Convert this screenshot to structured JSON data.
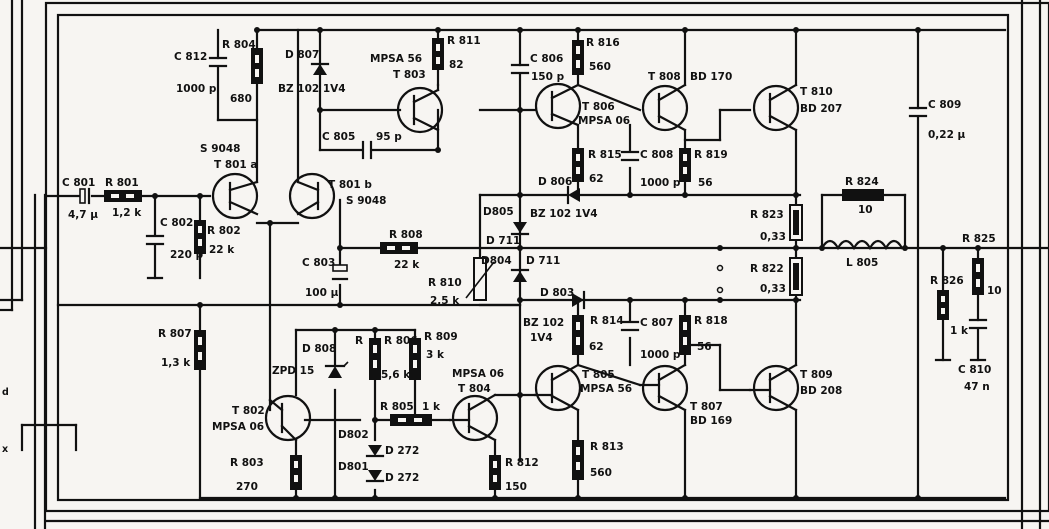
{
  "labels": {
    "C812": "C 812",
    "C812v": "1000 p",
    "R804": "R 804",
    "R804v": "680",
    "D807": "D 807",
    "D807v": "BZ 102  1V4",
    "T803t": "MPSA 56",
    "T803": "T 803",
    "R811": "R 811",
    "R811v": "82",
    "C805": "C 805",
    "C805v": "95 p",
    "C806": "C 806",
    "C806v": "150 p",
    "R816": "R 816",
    "R816v": "560",
    "T806": "T 806",
    "T806t": "MPSA 06",
    "T808": "T 808",
    "T808t": "BD 170",
    "T810": "T 810",
    "T810t": "BD 207",
    "C809": "C 809",
    "C809v": "0,22 µ",
    "R815": "R 815",
    "R815v": "62",
    "C808": "C 808",
    "C808v": "1000 p",
    "R819": "R 819",
    "R819v": "56",
    "T801t": "S 9048",
    "T801a": "T 801 a",
    "T801b": "T 801 b",
    "T801bt": "S 9048",
    "D806": "D 806",
    "D806v": "BZ 102  1V4",
    "D805": "D805",
    "R824": "R 824",
    "R824v": "10",
    "C801": "C 801",
    "C801v": "4,7 µ",
    "R801": "R 801",
    "R801v": "1,2 k",
    "C802": "C 802",
    "C802v": "220 p",
    "R802": "R 802",
    "R802v": "22 k",
    "R823": "R 823",
    "R823v": "0,33",
    "D711a": "D 711",
    "R808": "R 808",
    "R808v": "22 k",
    "C803": "C 803",
    "C803v": "100 µ",
    "D804": "D804",
    "D711b": "D 711",
    "R825": "R 825",
    "R825v": "10",
    "R810": "R 810",
    "R810v": "2,5 k",
    "L805": "L 805",
    "R822": "R 822",
    "R822v": "0,33",
    "R826": "R 826",
    "R826v": "1 k",
    "C810": "C 810",
    "C810v": "47 n",
    "D803": "D 803",
    "D803v1": "BZ 102",
    "D803v2": "1V4",
    "R807": "R 807",
    "R807v": "1,3 k",
    "D808": "D 808",
    "D808v": "ZPD 15",
    "R": "R",
    "R806": "R 806",
    "R806v": "5,6 k",
    "R809": "R 809",
    "R809v": "3 k",
    "R814": "R 814",
    "R814v": "62",
    "C807": "C 807",
    "C807v": "1000 p",
    "R818": "R 818",
    "R818v": "56",
    "T804t": "MPSA 06",
    "T804": "T 804",
    "T805": "T 805",
    "T805t": "MPSA 56",
    "T809": "T 809",
    "T809t": "BD 208",
    "T802": "T 802",
    "T802t": "MPSA 06",
    "R805": "R 805",
    "R805v": "1 k",
    "T807": "T 807",
    "T807t": "BD 169",
    "D802": "D802",
    "D272a": "D 272",
    "D801": "D801",
    "D272b": "D 272",
    "R803": "R 803",
    "R803v": "270",
    "R812": "R 812",
    "R812v": "150",
    "R813": "R 813",
    "R813v": "560",
    "edge_d": "d",
    "edge_x": "x"
  }
}
